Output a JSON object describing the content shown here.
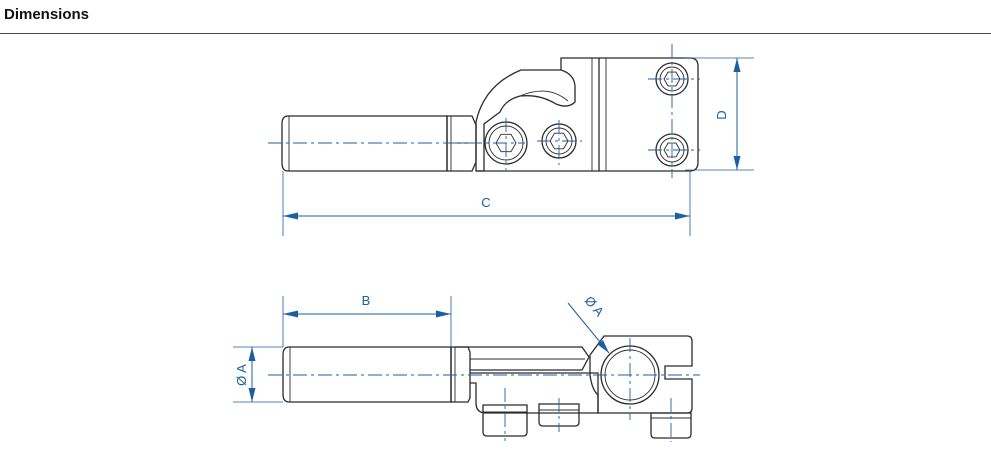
{
  "header": {
    "title": "Dimensions"
  },
  "dimensions": {
    "a_label": "Ø A",
    "a_label_side": "Ø A",
    "b_label": "B",
    "c_label": "C",
    "d_label": "D"
  },
  "colors": {
    "dimension": "#1a5fa6",
    "outline": "#2b2b2b",
    "rule": "#4a4a4a"
  }
}
